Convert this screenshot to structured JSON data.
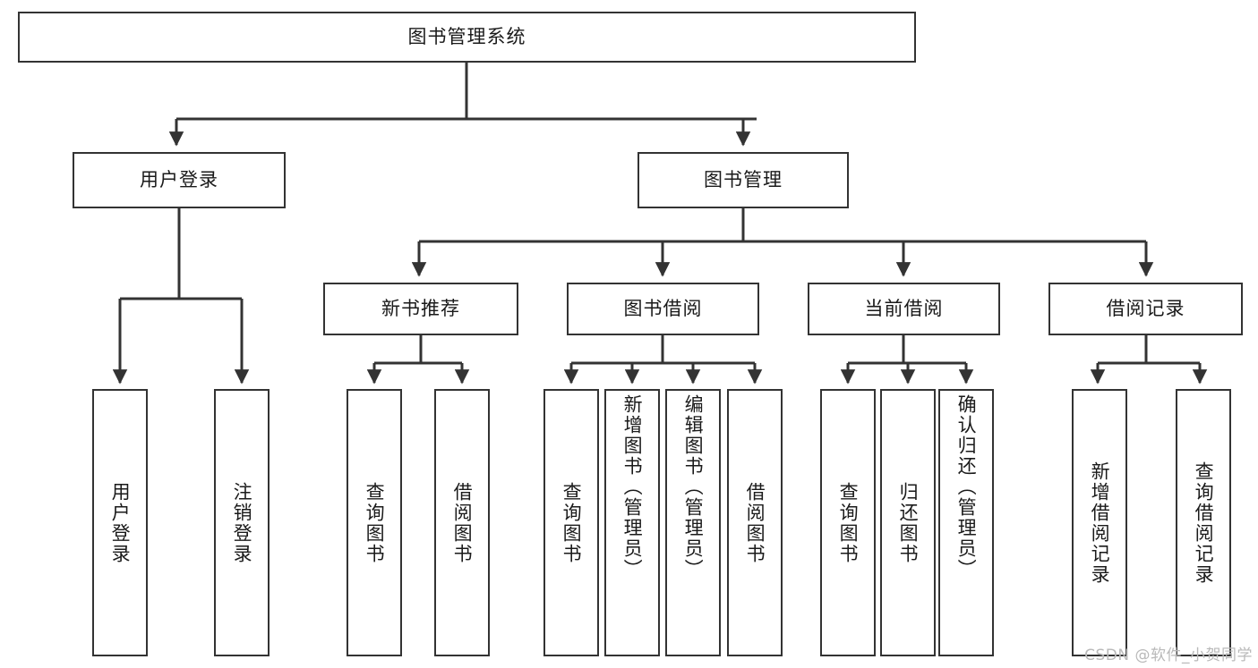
{
  "diagram": {
    "title": "图书管理系统",
    "type": "tree-hierarchy-chart",
    "colors": {
      "background": "#ffffff",
      "node_border": "#333333",
      "node_fill": "#ffffff",
      "connector": "#333333",
      "text": "#1a1a1a",
      "watermark": "#b9b9b9"
    },
    "root": {
      "label": "图书管理系统"
    },
    "level2": [
      {
        "label": "用户登录"
      },
      {
        "label": "图书管理"
      }
    ],
    "level3": [
      {
        "label": "新书推荐"
      },
      {
        "label": "图书借阅"
      },
      {
        "label": "当前借阅"
      },
      {
        "label": "借阅记录"
      }
    ],
    "leaves": {
      "user_login": [
        {
          "label": "用户登录"
        },
        {
          "label": "注销登录"
        }
      ],
      "new_book_recommend": [
        {
          "label": "查询图书"
        },
        {
          "label": "借阅图书"
        }
      ],
      "book_borrow": [
        {
          "label": "查询图书"
        },
        {
          "label": "新增图书（管理员）"
        },
        {
          "label": "编辑图书（管理员）"
        },
        {
          "label": "借阅图书"
        }
      ],
      "current_borrow": [
        {
          "label": "查询图书"
        },
        {
          "label": "归还图书"
        },
        {
          "label": "确认归还（管理员）"
        }
      ],
      "borrow_record": [
        {
          "label": "新增借阅记录"
        },
        {
          "label": "查询借阅记录"
        }
      ]
    }
  },
  "watermark": {
    "text": "CSDN @软件_小贺同学"
  }
}
